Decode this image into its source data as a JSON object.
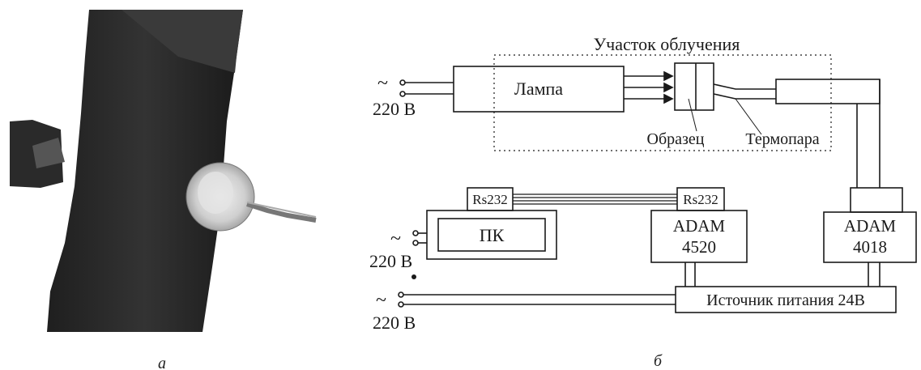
{
  "captions": {
    "left": "а",
    "right": "б"
  },
  "diagram": {
    "zone_title": "Участок облучения",
    "lamp": "Лампа",
    "sample": "Образец",
    "thermocouple": "Термопара",
    "voltage_label": "220 В",
    "pc": "ПК",
    "rs232_left": "Rs232",
    "rs232_right": "Rs232",
    "adam1_line1": "ADAM",
    "adam1_line2": "4520",
    "adam2_line1": "ADAM",
    "adam2_line2": "4018",
    "power_supply": "Источник питания 24В",
    "ac_symbol": "~"
  }
}
